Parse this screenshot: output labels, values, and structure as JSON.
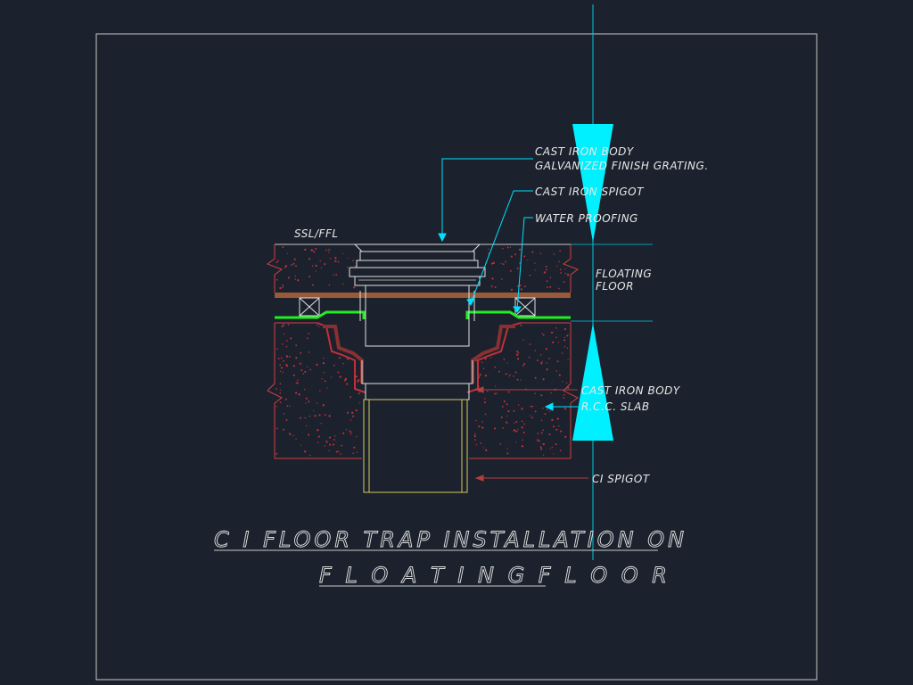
{
  "drawing": {
    "labels": {
      "ssl_ffl": "SSL/FFL",
      "body_grating_line1": "CAST IRON BODY",
      "body_grating_line2": "GALVANIZED FINISH GRATING.",
      "spigot_top": "CAST IRON SPIGOT",
      "waterproofing": "WATER PROOFING",
      "floating_floor_line1": "FLOATING",
      "floating_floor_line2": "FLOOR",
      "body_lower": "CAST IRON BODY",
      "rcc_slab": "R.C.C. SLAB",
      "ci_spigot": "CI SPIGOT"
    },
    "title": {
      "line1": "C I FLOOR TRAP INSTALLATION ON",
      "line2": "F L O A T I N G  F L O O R"
    },
    "colors": {
      "background": "#1b222d",
      "frame": "#c8c8c8",
      "concrete_dots": "#c0303a",
      "floating_floor_band": "#9a5a3a",
      "waterproofing": "#22ee22",
      "pipe": "#d8c85a",
      "leader": "#00e0ff",
      "section_marker": "#00f0ff"
    }
  }
}
